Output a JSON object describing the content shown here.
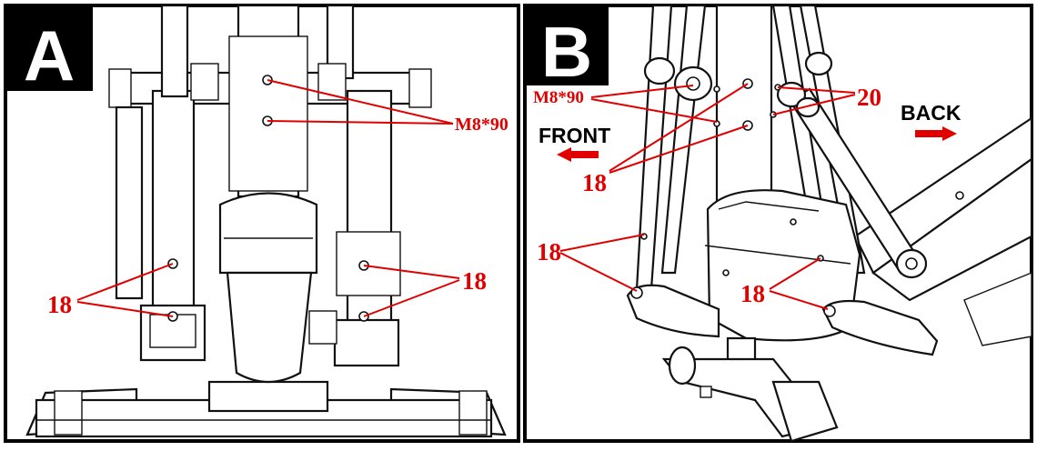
{
  "panels": [
    {
      "letter": "A"
    },
    {
      "letter": "B"
    }
  ],
  "panel_a": {
    "bolt_label": "M8*90",
    "left_label": "18",
    "right_label": "18"
  },
  "panel_b": {
    "bolt_label": "M8*90",
    "label_18_center": "18",
    "label_18_left": "18",
    "label_18_lower": "18",
    "label_20": "20",
    "front_label": "FRONT",
    "back_label": "BACK"
  },
  "colors": {
    "callout": "#e00000",
    "arrow": "#e00000",
    "badge": "#000000",
    "line_art": "#111111"
  }
}
